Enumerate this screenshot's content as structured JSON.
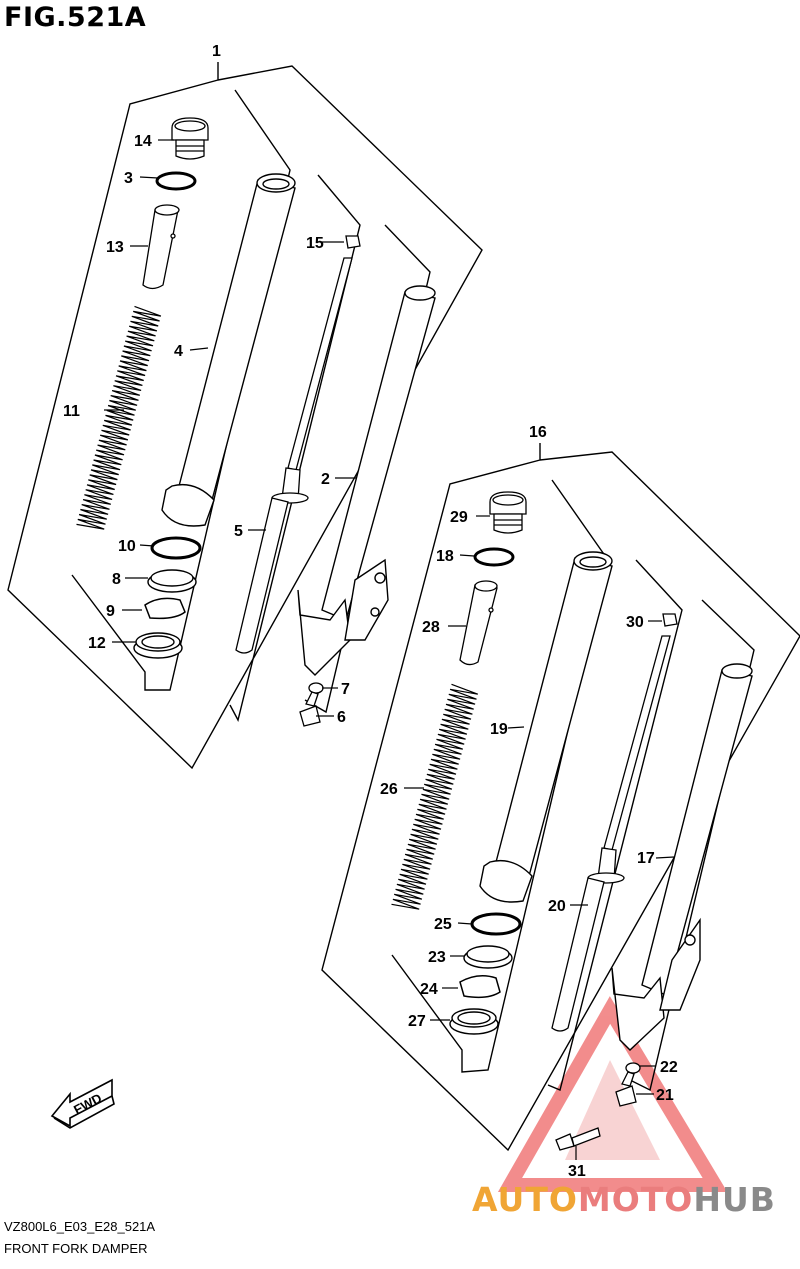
{
  "figure": {
    "title": "FIG.521A",
    "model_code": "VZ800L6_E03_E28_521A",
    "name": "FRONT FORK DAMPER"
  },
  "direction_label": "FWD",
  "watermark": {
    "part1": "AUTO",
    "part2": "MOTO",
    "part3": "HUB"
  },
  "callouts": {
    "c1": "1",
    "c2": "2",
    "c3": "3",
    "c4": "4",
    "c5": "5",
    "c6": "6",
    "c7": "7",
    "c8": "8",
    "c9": "9",
    "c10": "10",
    "c11": "11",
    "c12": "12",
    "c13": "13",
    "c14": "14",
    "c15": "15",
    "c16": "16",
    "c17": "17",
    "c18": "18",
    "c19": "19",
    "c20": "20",
    "c21": "21",
    "c22": "22",
    "c23": "23",
    "c24": "24",
    "c25": "25",
    "c26": "26",
    "c27": "27",
    "c28": "28",
    "c29": "29",
    "c30": "30",
    "c31": "31"
  },
  "colors": {
    "line": "#000000",
    "part_fill": "#ffffff",
    "watermark_red": "#e83030",
    "watermark_orange": "#f0a535",
    "watermark_grey": "#8a8a8a"
  }
}
